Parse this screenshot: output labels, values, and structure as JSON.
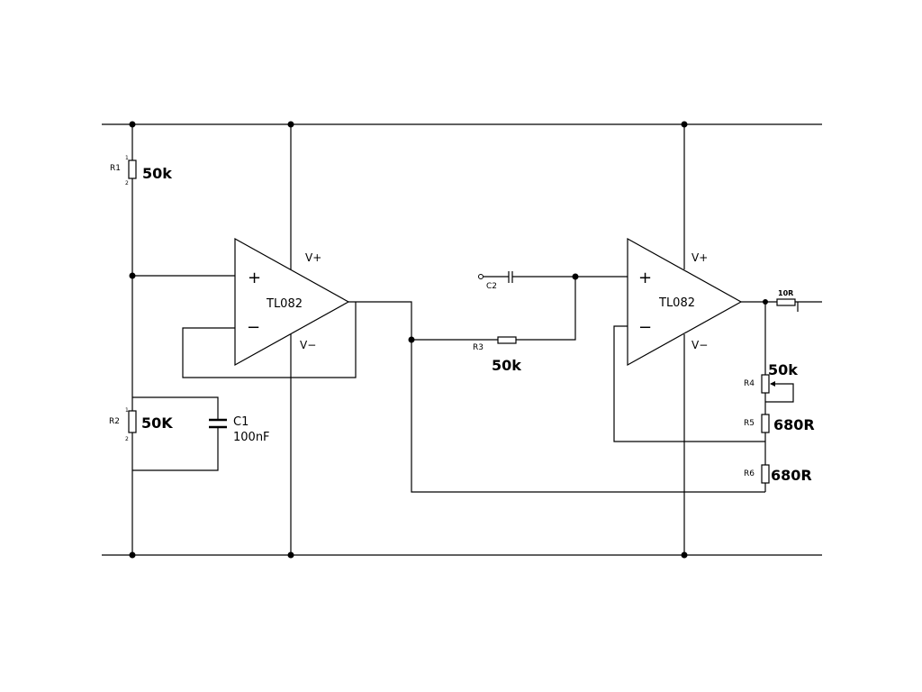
{
  "schematic": {
    "opamp1": {
      "part": "TL082",
      "plus": "+",
      "minus": "−",
      "vplus": "V+",
      "vminus": "V−"
    },
    "opamp2": {
      "part": "TL082",
      "plus": "+",
      "minus": "−",
      "vplus": "V+",
      "vminus": "V−"
    },
    "r1": {
      "ref": "R1",
      "value": "50k",
      "pin1": "1",
      "pin2": "2"
    },
    "r2": {
      "ref": "R2",
      "value": "50K",
      "pin1": "1",
      "pin2": "2"
    },
    "c1": {
      "ref": "C1",
      "value": "100nF"
    },
    "c2": {
      "ref": "C2"
    },
    "r3": {
      "ref": "R3",
      "value": "50k"
    },
    "r4": {
      "ref": "R4",
      "value": "50k"
    },
    "r5": {
      "ref": "R5",
      "value": "680R"
    },
    "r6": {
      "ref": "R6",
      "value": "680R"
    },
    "r_out": {
      "value": "10R"
    }
  }
}
